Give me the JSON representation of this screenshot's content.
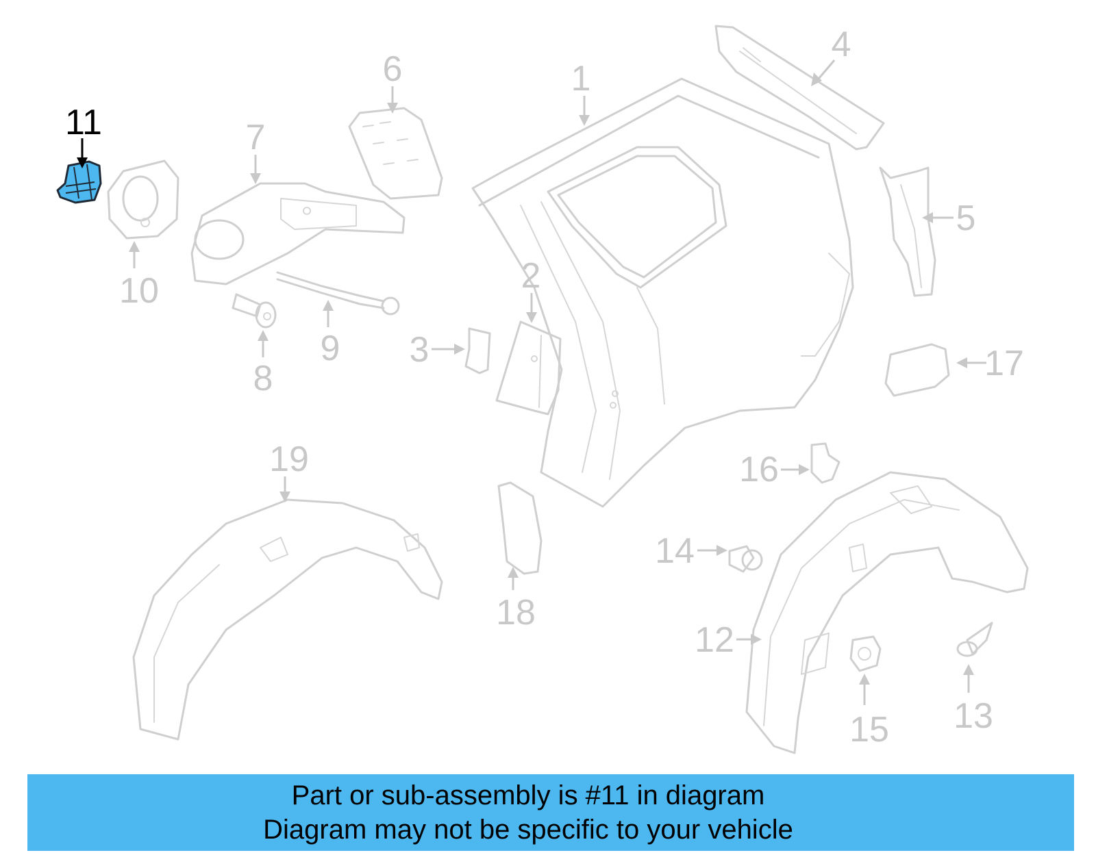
{
  "highlight_color": "#4db8f0",
  "highlighted_part": "11",
  "callouts": [
    {
      "id": "c1",
      "label": "1"
    },
    {
      "id": "c2",
      "label": "2"
    },
    {
      "id": "c3",
      "label": "3"
    },
    {
      "id": "c4",
      "label": "4"
    },
    {
      "id": "c5",
      "label": "5"
    },
    {
      "id": "c6",
      "label": "6"
    },
    {
      "id": "c7",
      "label": "7"
    },
    {
      "id": "c8",
      "label": "8"
    },
    {
      "id": "c9",
      "label": "9"
    },
    {
      "id": "c10",
      "label": "10"
    },
    {
      "id": "c11",
      "label": "11"
    },
    {
      "id": "c12",
      "label": "12"
    },
    {
      "id": "c13",
      "label": "13"
    },
    {
      "id": "c14",
      "label": "14"
    },
    {
      "id": "c15",
      "label": "15"
    },
    {
      "id": "c16",
      "label": "16"
    },
    {
      "id": "c17",
      "label": "17"
    },
    {
      "id": "c18",
      "label": "18"
    },
    {
      "id": "c19",
      "label": "19"
    }
  ],
  "caption": {
    "line1": "Part or sub-assembly is #11 in diagram",
    "line2": "Diagram may not be specific to your vehicle"
  }
}
